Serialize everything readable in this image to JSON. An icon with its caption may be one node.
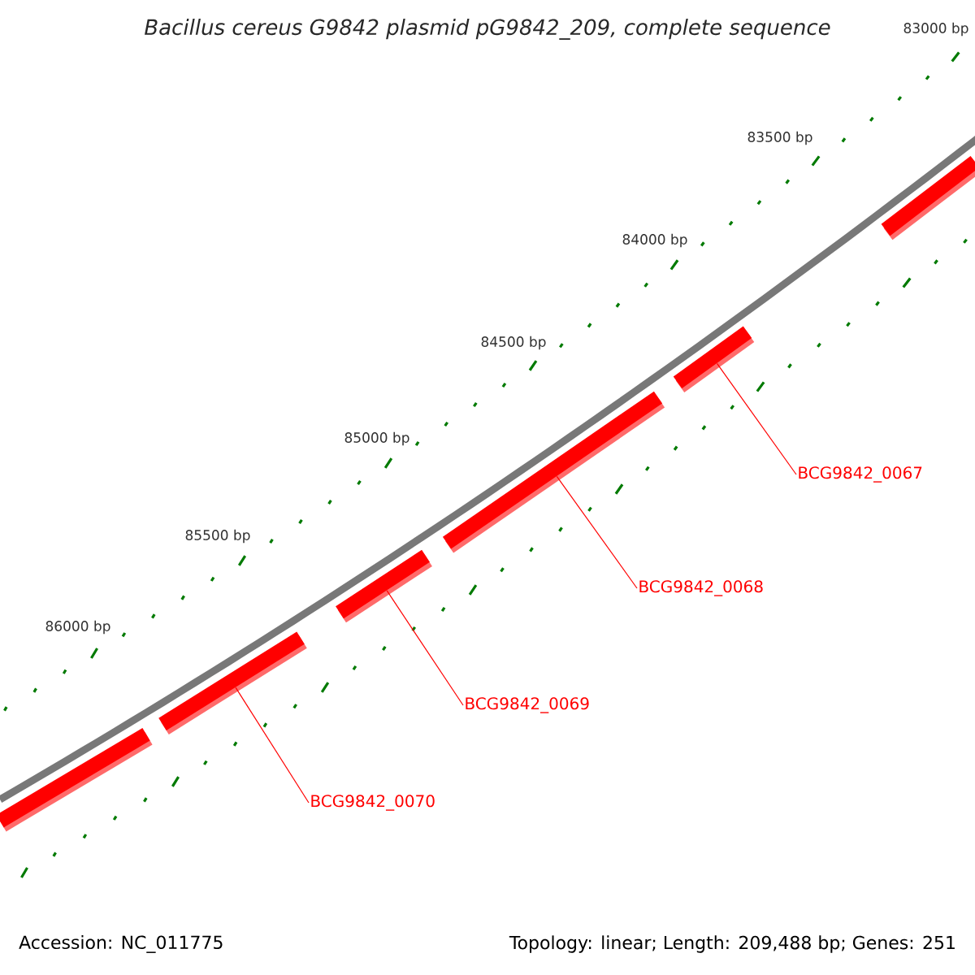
{
  "diagram": {
    "title": "Bacillus cereus G9842 plasmid pG9842_209, complete sequence",
    "nodes": [
      {
        "text": [],
        "shape": "bar"
      },
      {
        "text": [],
        "shape": "bar"
      },
      {
        "text": [],
        "shape": "bar"
      },
      {
        "text": [],
        "shape": "bar"
      },
      {
        "text": [],
        "shape": "bar"
      },
      {
        "text": [],
        "shape": "bar"
      },
      {
        "text": [
          "BCG9842_0067"
        ]
      },
      {
        "text": [
          "BCG9842_0068"
        ]
      },
      {
        "text": [
          "BCG9842_0069"
        ]
      },
      {
        "text": [
          "BCG9842_0070"
        ]
      }
    ],
    "edges": [
      {
        "from": 6,
        "to": 1,
        "arrow": "none"
      },
      {
        "from": 7,
        "to": 2,
        "arrow": "none"
      },
      {
        "from": 8,
        "to": 3,
        "arrow": "none"
      },
      {
        "from": 9,
        "to": 4,
        "arrow": "none"
      }
    ],
    "labels": [
      "83000 bp",
      "83500 bp",
      "84000 bp",
      "84500 bp",
      "85000 bp",
      "85500 bp",
      "86000 bp",
      "Accession: NC_011775",
      "Topology: linear; Length: 209,488 bp; Genes: 251"
    ]
  }
}
